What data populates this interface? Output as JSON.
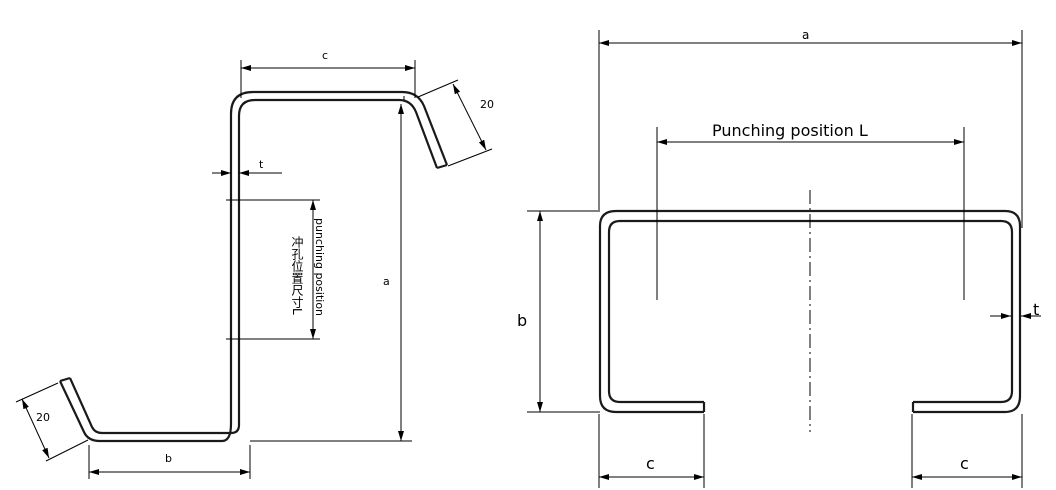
{
  "z_section": {
    "dim_c": "c",
    "dim_a": "a",
    "dim_b": "b",
    "dim_t": "t",
    "dim_lip_top": "20",
    "dim_lip_bottom": "20",
    "punch_label_en": "punching position",
    "punch_label_cn": "冲孔位置尺寸L"
  },
  "c_section": {
    "dim_a": "a",
    "dim_b": "b",
    "dim_t": "t",
    "dim_c_left": "c",
    "dim_c_right": "c",
    "punch_label": "Punching position L"
  },
  "colors": {
    "ink": "#000000",
    "profile": "#1a1a1a"
  }
}
